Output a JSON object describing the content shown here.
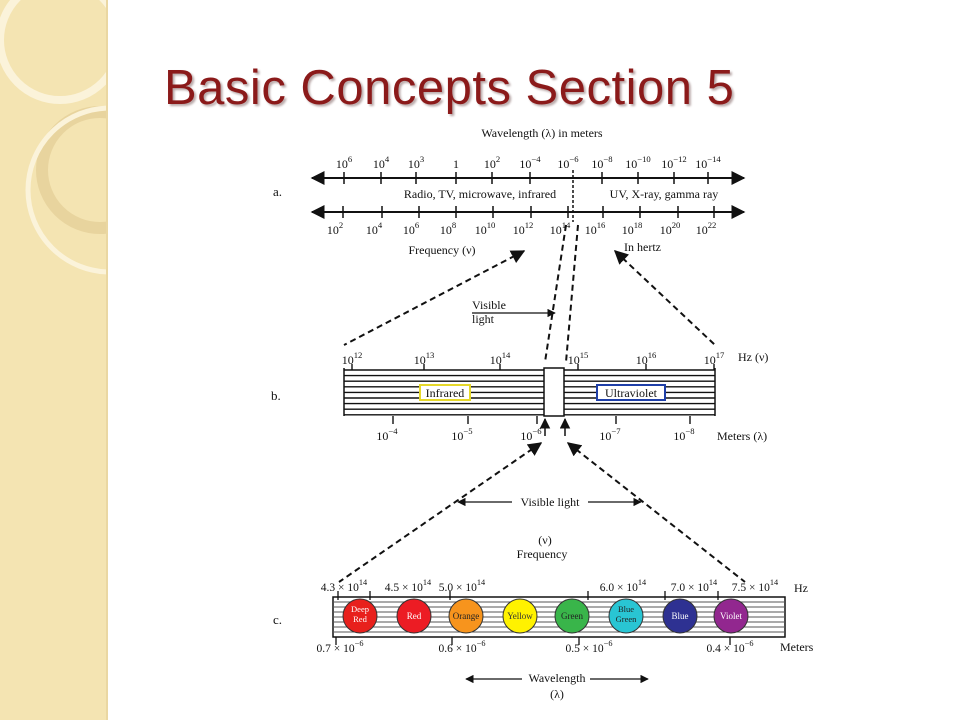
{
  "slide": {
    "title": "Basic Concepts Section 5",
    "theme": {
      "title_color": "#8b1a1a",
      "sidebar_color": "#f4e4b2",
      "sidebar_ring_color": "#e8d49e"
    }
  },
  "diagram": {
    "part_a": {
      "label": "a.",
      "wavelength_title": "Wavelength (λ) in meters",
      "wavelength_ticks": [
        {
          "base": "10",
          "exp": "6"
        },
        {
          "base": "10",
          "exp": "4"
        },
        {
          "base": "10",
          "exp": "3"
        },
        {
          "base": "1",
          "exp": ""
        },
        {
          "base": "10",
          "exp": "2"
        },
        {
          "base": "10",
          "exp": "−4"
        },
        {
          "base": "10",
          "exp": "−6"
        },
        {
          "base": "10",
          "exp": "−8"
        },
        {
          "base": "10",
          "exp": "−10"
        },
        {
          "base": "10",
          "exp": "−12"
        },
        {
          "base": "10",
          "exp": "−14"
        }
      ],
      "band_left": "Radio, TV, microwave, infrared",
      "band_right": "UV, X-ray, gamma ray",
      "frequency_ticks": [
        {
          "base": "10",
          "exp": "2"
        },
        {
          "base": "10",
          "exp": "4"
        },
        {
          "base": "10",
          "exp": "6"
        },
        {
          "base": "10",
          "exp": "8"
        },
        {
          "base": "10",
          "exp": "10"
        },
        {
          "base": "10",
          "exp": "12"
        },
        {
          "base": "10",
          "exp": "14"
        },
        {
          "base": "10",
          "exp": "16"
        },
        {
          "base": "10",
          "exp": "18"
        },
        {
          "base": "10",
          "exp": "20"
        },
        {
          "base": "10",
          "exp": "22"
        }
      ],
      "frequency_label": "Frequency (ν)",
      "hertz_label": "In hertz"
    },
    "visible_callout": {
      "line1": "Visible",
      "line2": "light"
    },
    "part_b": {
      "label": "b.",
      "hz_ticks": [
        {
          "base": "10",
          "exp": "12"
        },
        {
          "base": "10",
          "exp": "13"
        },
        {
          "base": "10",
          "exp": "14"
        },
        {
          "base": "10",
          "exp": "15"
        },
        {
          "base": "10",
          "exp": "16"
        },
        {
          "base": "10",
          "exp": "17"
        }
      ],
      "hz_unit": "Hz (ν)",
      "infrared_label": "Infrared",
      "ultraviolet_label": "Ultraviolet",
      "meter_ticks": [
        {
          "base": "10",
          "exp": "−4"
        },
        {
          "base": "10",
          "exp": "−5"
        },
        {
          "base": "10",
          "exp": "−6"
        },
        {
          "base": "10",
          "exp": "−7"
        },
        {
          "base": "10",
          "exp": "−8"
        }
      ],
      "meter_unit": "Meters (λ)",
      "infrared_box_color": "#e6d82a",
      "ultraviolet_box_color": "#1f3fa8"
    },
    "visible_light_label": "Visible light",
    "frequency_caption": {
      "line1": "(ν)",
      "line2": "Frequency"
    },
    "part_c": {
      "label": "c.",
      "hz_ticks": [
        {
          "mant": "4.3 × 10",
          "exp": "14"
        },
        {
          "mant": "4.5 × 10",
          "exp": "14"
        },
        {
          "mant": "5.0 × 10",
          "exp": "14"
        },
        {
          "mant": "6.0 × 10",
          "exp": "14"
        },
        {
          "mant": "7.0 × 10",
          "exp": "14"
        },
        {
          "mant": "7.5 × 10",
          "exp": "14"
        }
      ],
      "hz_unit": "Hz",
      "colors": [
        {
          "line1": "Deep",
          "line2": "Red",
          "fill": "#e8201c"
        },
        {
          "line1": "Red",
          "line2": "",
          "fill": "#ec1c24"
        },
        {
          "line1": "Orange",
          "line2": "",
          "fill": "#f7941d"
        },
        {
          "line1": "Yellow",
          "line2": "",
          "fill": "#fff200"
        },
        {
          "line1": "Green",
          "line2": "",
          "fill": "#39b54a"
        },
        {
          "line1": "Blue",
          "line2": "Green",
          "fill": "#29c5d3"
        },
        {
          "line1": "Blue",
          "line2": "",
          "fill": "#2e3192"
        },
        {
          "line1": "Violet",
          "line2": "",
          "fill": "#92278f"
        }
      ],
      "meter_ticks": [
        {
          "mant": "0.7 × 10",
          "exp": "−6"
        },
        {
          "mant": "0.6 × 10",
          "exp": "−6"
        },
        {
          "mant": "0.5 × 10",
          "exp": "−6"
        },
        {
          "mant": "0.4 × 10",
          "exp": "−6"
        }
      ],
      "meter_unit": "Meters",
      "wavelength_caption": {
        "line1": "Wavelength",
        "line2": "(λ)"
      }
    }
  }
}
